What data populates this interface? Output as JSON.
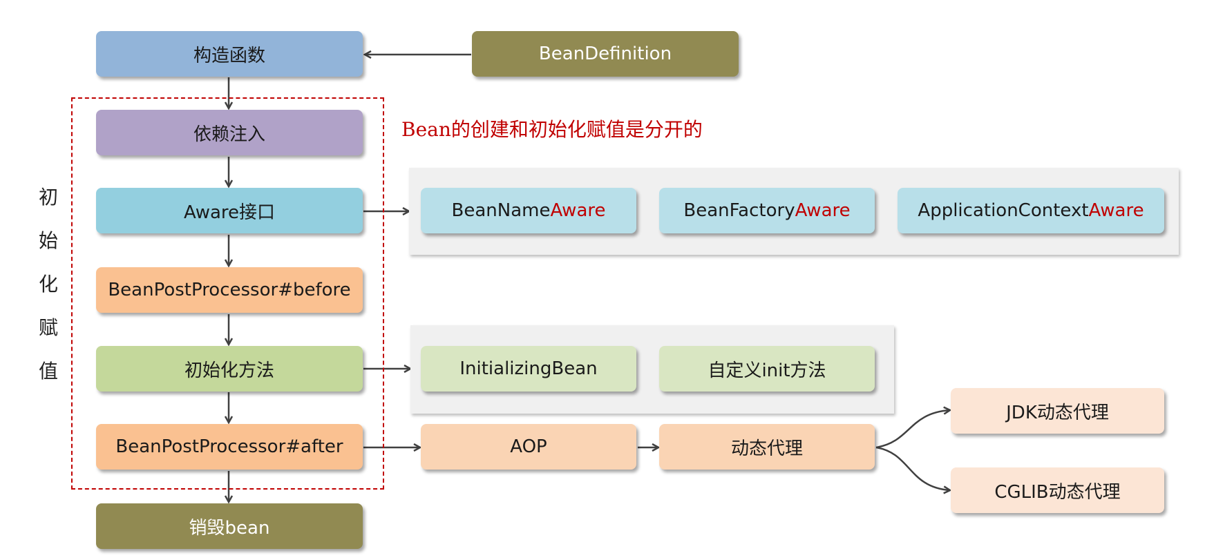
{
  "flow": {
    "constructor": "构造函数",
    "bean_definition": "BeanDefinition",
    "dependency_injection": "依赖注入",
    "aware_interface": "Aware接口",
    "bpp_before": "BeanPostProcessor#before",
    "init_method": "初始化方法",
    "bpp_after": "BeanPostProcessor#after",
    "destroy_bean": "销毁bean"
  },
  "side_label": [
    "初",
    "始",
    "化",
    "赋",
    "值"
  ],
  "note": "Bean的创建和初始化赋值是分开的",
  "aware_group": [
    {
      "prefix": "BeanName",
      "suffix": "Aware"
    },
    {
      "prefix": "BeanFactory",
      "suffix": "Aware"
    },
    {
      "prefix": "ApplicationContext",
      "suffix": "Aware"
    }
  ],
  "init_group": {
    "initializing_bean": "InitializingBean",
    "custom_init": "自定义init方法"
  },
  "after_chain": {
    "aop": "AOP",
    "dynamic_proxy": "动态代理",
    "jdk_proxy": "JDK动态代理",
    "cglib_proxy": "CGLIB动态代理"
  },
  "colors": {
    "accent_red": "#c00000",
    "constructor": "#92b4d9",
    "bean_definition": "#918a52",
    "dependency_injection": "#b0a2c8",
    "aware": "#93cfdf",
    "bpp": "#fac191",
    "init": "#c4d89b",
    "arrow": "#404040"
  }
}
